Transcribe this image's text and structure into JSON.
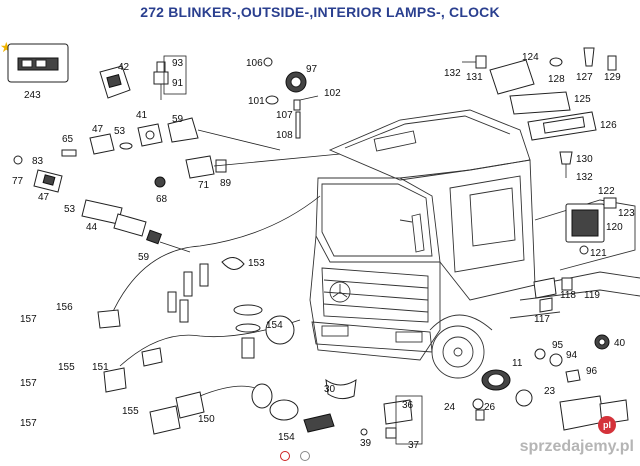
{
  "title": "272 BLINKER-,OUTSIDE-,INTERIOR LAMPS-, CLOCK",
  "callouts": [
    "243",
    "42",
    "93",
    "91",
    "41",
    "47",
    "53",
    "65",
    "59",
    "83",
    "77",
    "47",
    "53",
    "44",
    "71",
    "89",
    "68",
    "59",
    "106",
    "97",
    "101",
    "107",
    "102",
    "108",
    "124",
    "132",
    "131",
    "128",
    "127",
    "129",
    "125",
    "126",
    "130",
    "132",
    "122",
    "123",
    "120",
    "121",
    "153",
    "156",
    "157",
    "154",
    "157",
    "155",
    "151",
    "157",
    "155",
    "150",
    "154",
    "30",
    "36",
    "39",
    "37",
    "24",
    "26",
    "11",
    "95",
    "94",
    "96",
    "23",
    "40",
    "118",
    "119",
    "117"
  ],
  "watermark": "sprzedajemy.pl",
  "badge": "pl",
  "star_icon": "star-icon",
  "colors": {
    "title": "#2a3f8f",
    "star": "#f0b400",
    "badge": "#d4323a",
    "marker": "#cc2222"
  }
}
